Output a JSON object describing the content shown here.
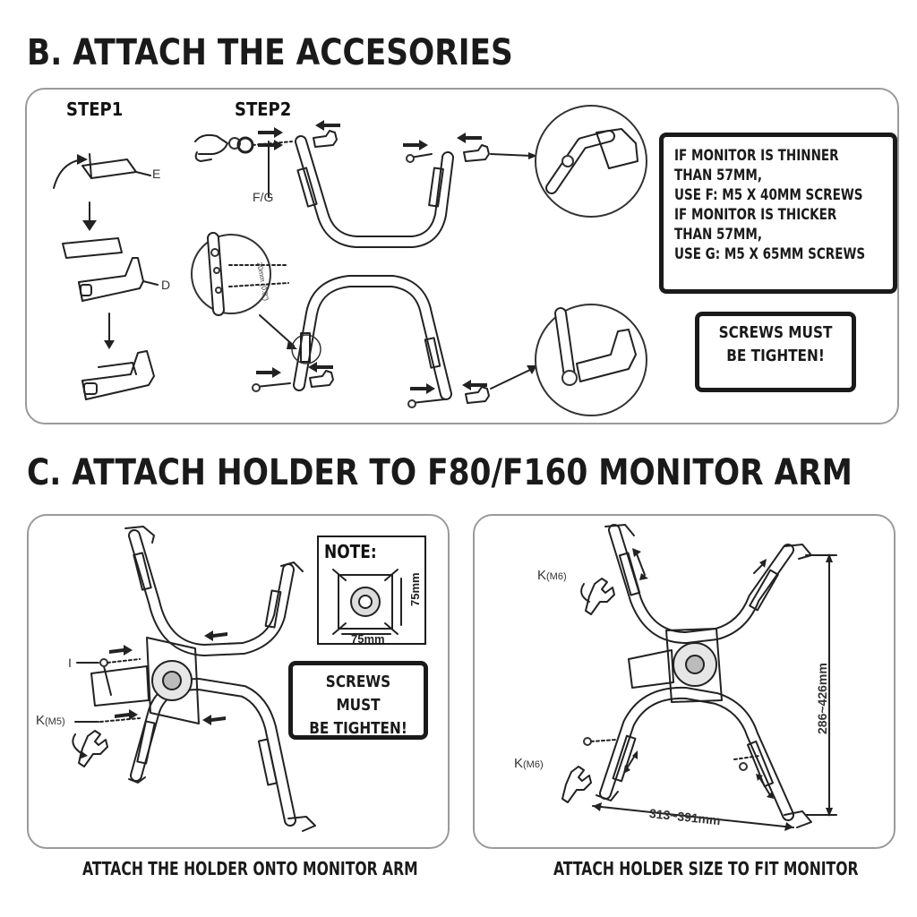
{
  "section_b": {
    "title": "B. ATTACH THE ACCESORIES",
    "step1": "STEP1",
    "step2": "STEP2",
    "label_e": "E",
    "label_d": "D",
    "label_fg": "F/G",
    "label_dim": "20mm (0.8\")",
    "info_lines": [
      "IF MONITOR IS THINNER",
      "THAN 57MM,",
      "USE F: M5 X 40MM SCREWS",
      "IF MONITOR IS THICKER",
      "THAN 57MM,",
      "USE G: M5 X 65MM SCREWS"
    ],
    "tighten": [
      "SCREWS MUST",
      "BE TIGHTEN!"
    ]
  },
  "section_c": {
    "title": "C. ATTACH HOLDER TO F80/F160 MONITOR ARM",
    "left": {
      "note_title": "NOTE:",
      "dim_h": "75mm",
      "dim_v": "75mm",
      "label_i": "I",
      "label_k": "K",
      "label_k_sub": "(M5)",
      "tighten": [
        "SCREWS MUST",
        "BE TIGHTEN!"
      ],
      "caption": "ATTACH THE HOLDER ONTO MONITOR ARM"
    },
    "right": {
      "label_k": "K",
      "label_k_sub": "(M6)",
      "label_k2": "K",
      "label_k2_sub": "(M6)",
      "dim_width": "313~391mm",
      "dim_height": "286~426mm",
      "caption": "ATTACH HOLDER SIZE TO FIT MONITOR"
    }
  },
  "icons": [
    "arrow-icon",
    "screw-icon",
    "wrench-icon",
    "bracket-icon",
    "clip-icon",
    "magnifier-icon"
  ]
}
